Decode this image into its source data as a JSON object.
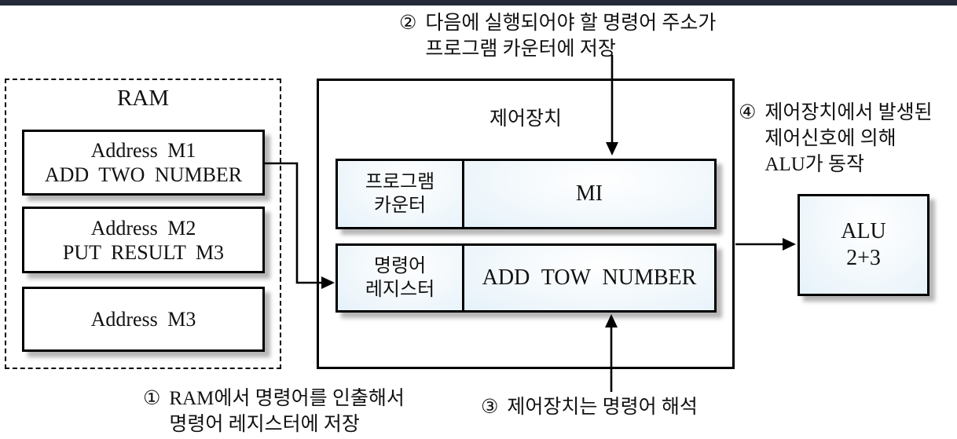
{
  "colors": {
    "top_bar": "#242a38",
    "box_blue": "#cfe5f6",
    "shadow": "#b6b6b6",
    "line": "#000000"
  },
  "steps": {
    "step1": {
      "number": "①",
      "lines": [
        "RAM에서 명령어를 인출해서",
        "명령어 레지스터에 저장"
      ]
    },
    "step2": {
      "number": "②",
      "lines": [
        "다음에 실행되어야 할 명령어 주소가",
        "프로그램 카운터에 저장"
      ]
    },
    "step3": {
      "number": "③",
      "lines": [
        "제어장치는 명령어 해석"
      ]
    },
    "step4": {
      "number": "④",
      "lines": [
        "제어장치에서 발생된",
        "제어신호에 의해",
        "ALU가 동작"
      ]
    }
  },
  "ram": {
    "label": "RAM",
    "cells": [
      {
        "line1": "Address  M1",
        "line2": "ADD TWO NUMBER"
      },
      {
        "line1": "Address M2",
        "line2": "PUT RESULT M3"
      },
      {
        "line1": "Address M3"
      }
    ]
  },
  "control_unit": {
    "label": "제어장치",
    "program_counter": {
      "line1": "프로그램",
      "line2": "카운터",
      "value": "MI"
    },
    "instruction_register": {
      "line1": "명령어",
      "line2": "레지스터",
      "value": "ADD TOW NUMBER"
    }
  },
  "alu": {
    "line1": "ALU",
    "line2": "2+3"
  }
}
